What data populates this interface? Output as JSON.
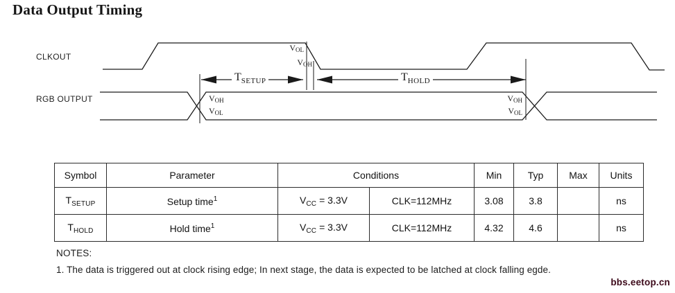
{
  "page": {
    "title": "Data Output Timing",
    "watermark": "bbs.eetop.cn",
    "line_color": "#1a1a1a",
    "watermark_color": "#3d0a1a"
  },
  "diagram": {
    "signals": [
      {
        "label": "CLKOUT"
      },
      {
        "label": "RGB OUTPUT"
      }
    ],
    "labels": {
      "t_setup": {
        "main": "T",
        "sub": "SETUP"
      },
      "t_hold": {
        "main": "T",
        "sub": "HOLD"
      },
      "v_ol": {
        "main": "V",
        "sub": "OL"
      },
      "v_oh": {
        "main": "V",
        "sub": "OH"
      }
    }
  },
  "table": {
    "headers": {
      "symbol": "Symbol",
      "parameter": "Parameter",
      "conditions": "Conditions",
      "min": "Min",
      "typ": "Typ",
      "max": "Max",
      "units": "Units"
    },
    "rows": [
      {
        "symbol_main": "T",
        "symbol_sub": "SETUP",
        "parameter": "Setup time",
        "parameter_sup": "1",
        "cond_v_main": "V",
        "cond_v_sub": "CC",
        "cond_v_rest": " = 3.3V",
        "cond_clk": "CLK=112MHz",
        "min": "3.08",
        "typ": "3.8",
        "max": "",
        "units": "ns"
      },
      {
        "symbol_main": "T",
        "symbol_sub": "HOLD",
        "parameter": "Hold time",
        "parameter_sup": "1",
        "cond_v_main": "V",
        "cond_v_sub": "CC",
        "cond_v_rest": " = 3.3V",
        "cond_clk": "CLK=112MHz",
        "min": "4.32",
        "typ": "4.6",
        "max": "",
        "units": "ns"
      }
    ]
  },
  "notes": {
    "heading": "NOTES:",
    "items": [
      "1. The data is triggered out at clock rising edge; In next stage, the data is expected to be latched at clock falling egde."
    ]
  }
}
